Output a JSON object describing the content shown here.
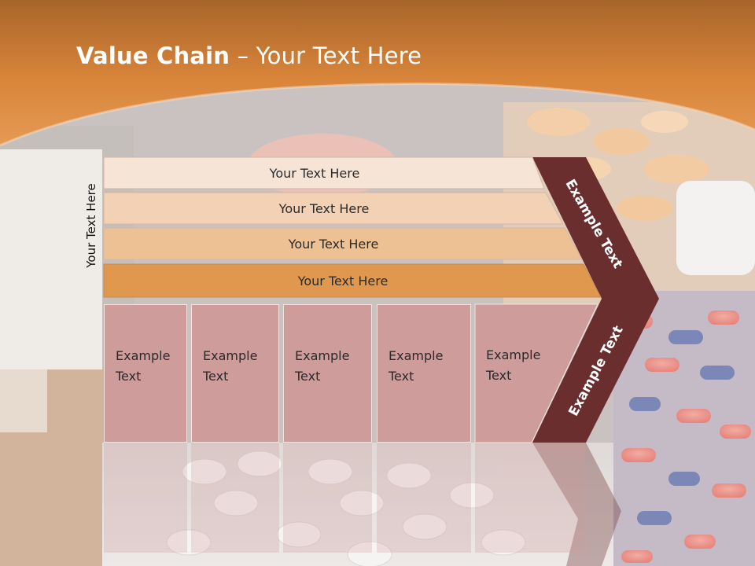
{
  "slide": {
    "title_bold": "Value Chain",
    "title_rest": " – Your Text Here",
    "vertical_label": "Your Text Here"
  },
  "bars": [
    {
      "label": "Your Text Here",
      "color": "#f6e4d6"
    },
    {
      "label": "Your Text Here",
      "color": "#f2d1b4"
    },
    {
      "label": "Your Text Here",
      "color": "#eec195"
    },
    {
      "label": "Your Text Here",
      "color": "#e0984e"
    }
  ],
  "columns": [
    {
      "line1": "Example",
      "line2": "Text"
    },
    {
      "line1": "Example",
      "line2": "Text"
    },
    {
      "line1": "Example",
      "line2": "Text"
    },
    {
      "line1": "Example",
      "line2": "Text"
    },
    {
      "line1": "Example",
      "line2": "Text"
    }
  ],
  "chevron": {
    "top_label": "Example Text",
    "bottom_label": "Example Text",
    "color": "#6a2e2f"
  },
  "colors": {
    "header_orange": "#d9853a",
    "column_fill": "#cf9c9c"
  }
}
